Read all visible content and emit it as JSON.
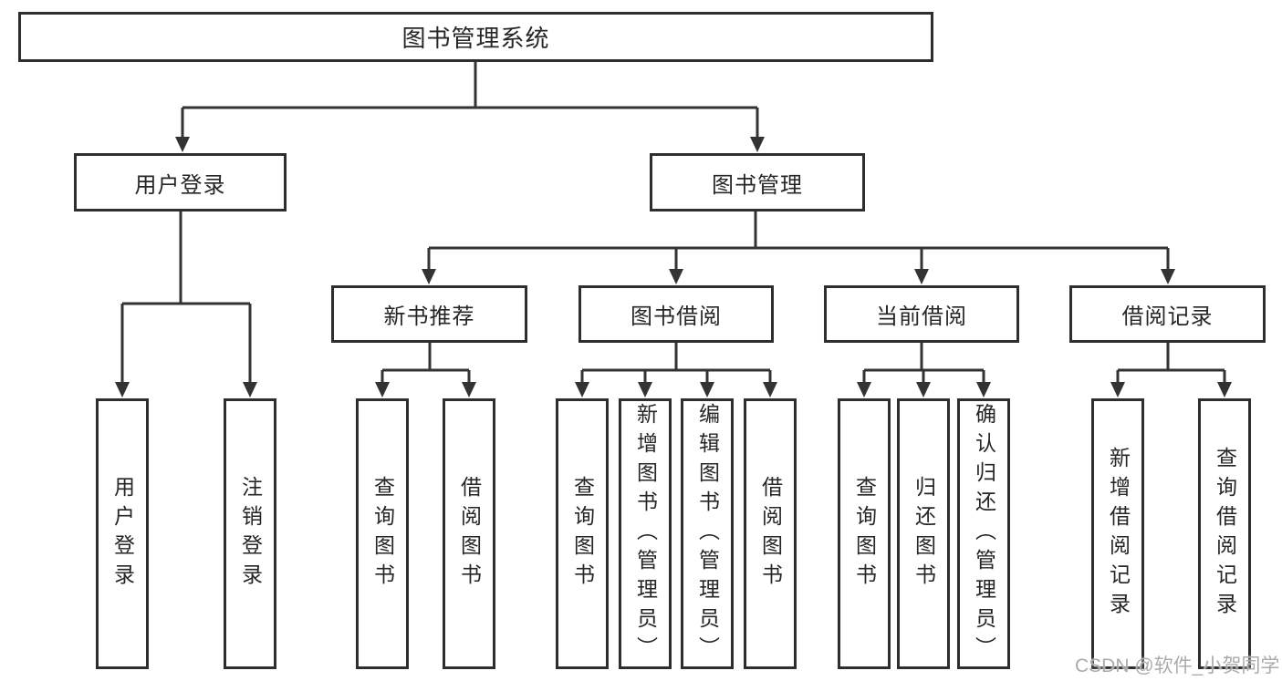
{
  "tree": {
    "label": "图书管理系统",
    "children": [
      {
        "label": "用户登录",
        "children": [
          {
            "label": "用户登录"
          },
          {
            "label": "注销登录"
          }
        ]
      },
      {
        "label": "图书管理",
        "children": [
          {
            "label": "新书推荐",
            "children": [
              {
                "label": "查询图书"
              },
              {
                "label": "借阅图书"
              }
            ]
          },
          {
            "label": "图书借阅",
            "children": [
              {
                "label": "查询图书"
              },
              {
                "label": "新增图书（管理员）"
              },
              {
                "label": "编辑图书（管理员）"
              },
              {
                "label": "借阅图书"
              }
            ]
          },
          {
            "label": "当前借阅",
            "children": [
              {
                "label": "查询图书"
              },
              {
                "label": "归还图书"
              },
              {
                "label": "确认归还（管理员）"
              }
            ]
          },
          {
            "label": "借阅记录",
            "children": [
              {
                "label": "新增借阅记录"
              },
              {
                "label": "查询借阅记录"
              }
            ]
          }
        ]
      }
    ]
  },
  "watermark": {
    "text": "CSDN @软件_小贺同学"
  },
  "colors": {
    "background": "#ffffff",
    "box_fill": "#ffffff",
    "box_border": "#2e2e2e",
    "connector_line": "#333333",
    "text": "#262626",
    "watermark": "#ababab"
  }
}
